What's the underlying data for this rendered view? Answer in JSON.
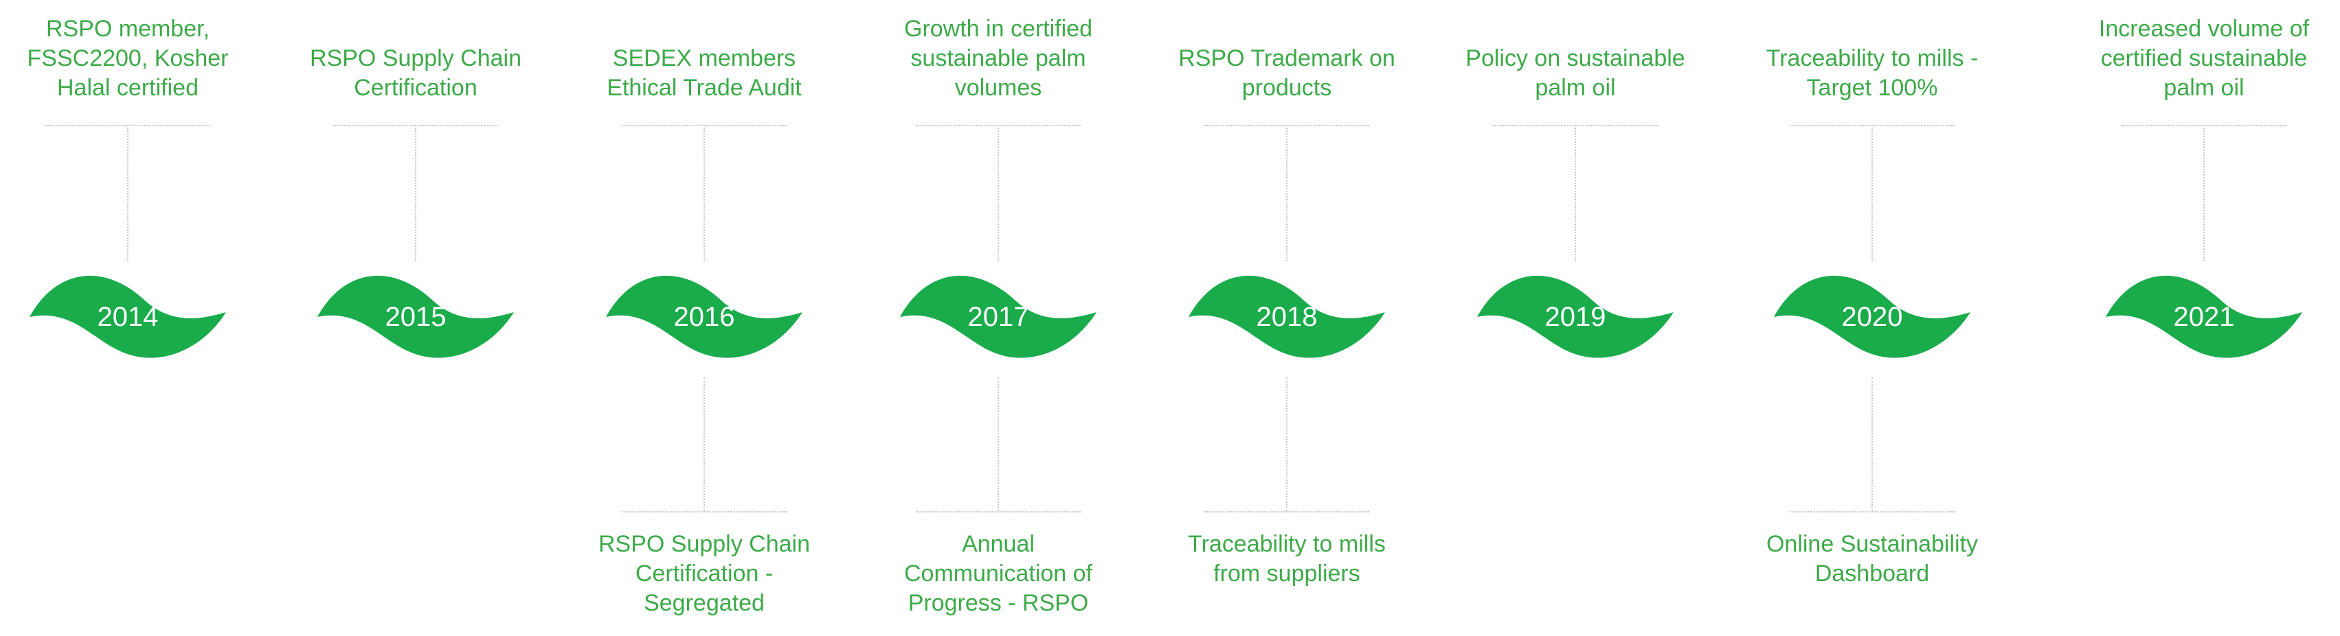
{
  "colors": {
    "accent": "#1aab4b",
    "text": "#3daa49",
    "connector": "#c8c8c8"
  },
  "milestones": [
    {
      "year": "2014",
      "top": "RSPO member,\nFSSC2200, Kosher\nHalal certified",
      "bottom": ""
    },
    {
      "year": "2015",
      "top": "RSPO Supply Chain\nCertification",
      "bottom": ""
    },
    {
      "year": "2016",
      "top": "SEDEX members\nEthical Trade Audit",
      "bottom": "RSPO Supply Chain\nCertification -\nSegregated"
    },
    {
      "year": "2017",
      "top": "Growth in certified\nsustainable palm\nvolumes",
      "bottom": "Annual\nCommunication of\nProgress - RSPO"
    },
    {
      "year": "2018",
      "top": "RSPO Trademark on\nproducts",
      "bottom": "Traceability to mills\nfrom suppliers"
    },
    {
      "year": "2019",
      "top": "Policy on sustainable\npalm oil",
      "bottom": ""
    },
    {
      "year": "2020",
      "top": "Traceability to mills -\nTarget 100%",
      "bottom": "Online Sustainability\nDashboard"
    },
    {
      "year": "2021",
      "top": "Increased volume of\ncertified  sustainable\npalm oil",
      "bottom": ""
    }
  ]
}
